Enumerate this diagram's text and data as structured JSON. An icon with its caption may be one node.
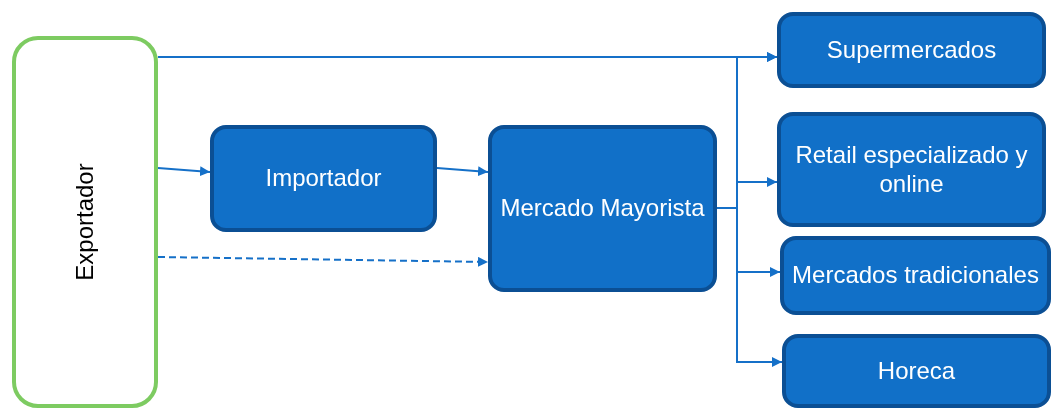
{
  "diagram": {
    "nodes": [
      {
        "text": [
          "Exportador"
        ]
      },
      {
        "text": [
          "Importador"
        ]
      },
      {
        "text": [
          "Mercado Mayorista"
        ]
      },
      {
        "text": [
          "Supermercados"
        ]
      },
      {
        "text": [
          "Retail especializado y online"
        ]
      },
      {
        "text": [
          "Mercados tradicionales"
        ]
      },
      {
        "text": [
          "Horeca"
        ]
      }
    ],
    "edges": [
      {
        "from": 0,
        "to": 3,
        "arrow": "to"
      },
      {
        "from": 0,
        "to": 1,
        "arrow": "to"
      },
      {
        "from": 1,
        "to": 2,
        "arrow": "to"
      },
      {
        "from": 0,
        "to": 2,
        "arrow": "to",
        "style": "dashed"
      },
      {
        "from": 2,
        "to": 3,
        "arrow": "to"
      },
      {
        "from": 2,
        "to": 4,
        "arrow": "to"
      },
      {
        "from": 2,
        "to": 5,
        "arrow": "to"
      },
      {
        "from": 2,
        "to": 6,
        "arrow": "to"
      }
    ]
  }
}
